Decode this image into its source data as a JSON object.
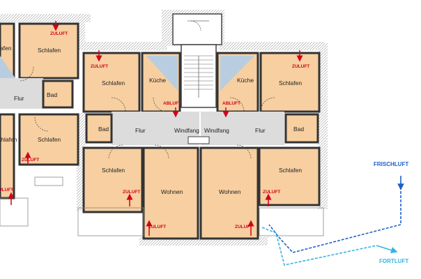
{
  "rooms": {
    "schlafen": "Schlafen",
    "kueche": "Küche",
    "bad": "Bad",
    "flur": "Flur",
    "windfang": "Windfang",
    "wohnen": "Wohnen",
    "schlafen_cut": "chlafen",
    "schlafen_cut2": "lafen"
  },
  "airflow": {
    "zuluft": "ZULUFT",
    "abluft": "ABLUFT",
    "frischluft": "FRISCHLUFT",
    "fortluft": "FORTLUFT"
  },
  "colors": {
    "room_fill": "#f7cfa0",
    "corridor_fill": "#dcdcdc",
    "airflow_red": "#d0021b",
    "frischluft_blue": "#1d5fc9",
    "fortluft_cyan": "#33b5e5"
  }
}
